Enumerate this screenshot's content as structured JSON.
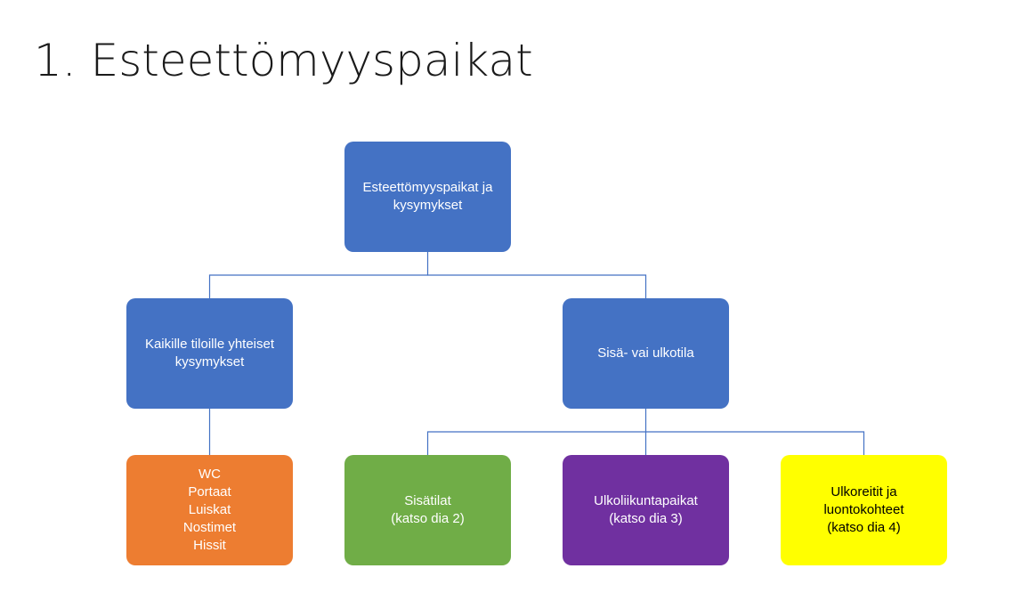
{
  "title": "1. Esteettömyyspaikat",
  "nodes": {
    "root": "Esteettömyyspaikat ja\nkysymykset",
    "common": "Kaikille tiloille yhteiset\nkysymykset",
    "inout": "Sisä- vai ulkotila",
    "list": "WC\nPortaat\nLuiskat\nNostimet\nHissit",
    "indoor": "Sisätilat\n(katso dia 2)",
    "sports": "Ulkoliikuntapaikat\n(katso dia 3)",
    "trails": "Ulkoreitit ja\nluontokohteet\n(katso dia 4)"
  },
  "colors": {
    "blue": "#4472c4",
    "orange": "#ed7d31",
    "green": "#70ad47",
    "purple": "#7030a0",
    "yellow": "#ffff00",
    "connector": "#4472c4"
  }
}
